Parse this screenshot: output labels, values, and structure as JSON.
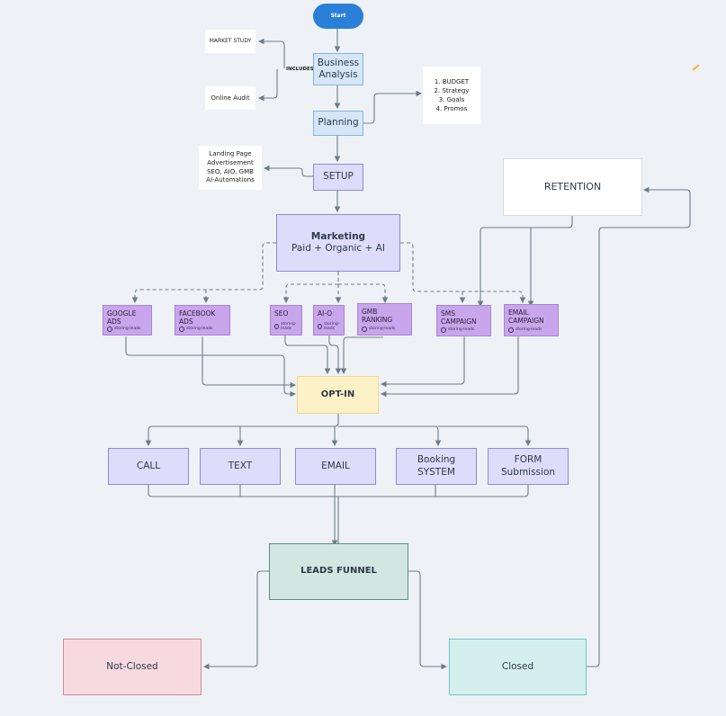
{
  "start": "Start",
  "notes": {
    "market_study": "MARKET STUDY",
    "online_audit": "Online Audit",
    "includes": "INCLUDES",
    "plan_list": [
      "1. BUDGET",
      "2. Strategy",
      "3. Goals",
      "4. Promos"
    ],
    "setup_list": [
      "Landing Page",
      "Advertisement",
      "SEO, AIO, GMB",
      "AI-Automations"
    ]
  },
  "steps": {
    "business_analysis": [
      "Business",
      "Analysis"
    ],
    "planning": "Planning",
    "setup": "SETUP",
    "marketing_title": "Marketing",
    "marketing_sub": "Paid + Organic + AI",
    "retention": "RETENTION",
    "opt_in": "OPT-IN",
    "leads_funnel": "LEADS FUNNEL",
    "not_closed": "Not-Closed",
    "closed": "Closed"
  },
  "channels": [
    {
      "label": "GOOGLE ADS",
      "source": "storing-leads"
    },
    {
      "label": "FACEBOOK ADS",
      "source": "storing-leads"
    },
    {
      "label": "SEO",
      "source": "storing-leads"
    },
    {
      "label": "AI-O",
      "source": "storing-leads"
    },
    {
      "label": "GMB RANKING",
      "source": "storing-leads"
    },
    {
      "label": "SMS CAMPAIGN",
      "source": "storing-leads"
    },
    {
      "label": "EMAIL CAMPAIGN",
      "source": "storing-leads"
    }
  ],
  "contact_methods": [
    {
      "lines": [
        "CALL"
      ]
    },
    {
      "lines": [
        "TEXT"
      ]
    },
    {
      "lines": [
        "EMAIL"
      ]
    },
    {
      "lines": [
        "Booking",
        "SYSTEM"
      ]
    },
    {
      "lines": [
        "FORM",
        "Submission"
      ]
    }
  ],
  "colors": {
    "line": "#6f7c88",
    "start": "#2a7fd8",
    "channel": "#c9a6ec",
    "opt_in": "#fdf1c8",
    "leads_funnel": "#d2e6e2",
    "not_closed": "#f7dae0",
    "closed": "#d5efef"
  }
}
